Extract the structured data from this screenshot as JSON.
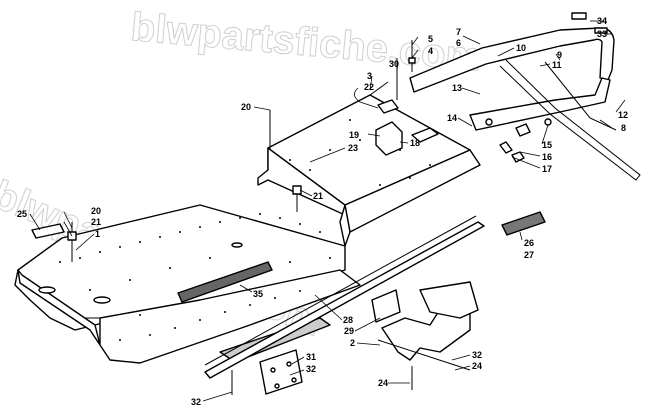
{
  "watermark": "blwpartsfiche.com",
  "callouts": [
    "34",
    "33",
    "7",
    "6",
    "5",
    "4",
    "30",
    "3",
    "22",
    "10",
    "9",
    "11",
    "13",
    "12",
    "8",
    "14",
    "15",
    "16",
    "17",
    "20",
    "19",
    "18",
    "23",
    "21",
    "25",
    "1",
    "26",
    "27",
    "35",
    "28",
    "29",
    "2",
    "31",
    "32",
    "24"
  ]
}
